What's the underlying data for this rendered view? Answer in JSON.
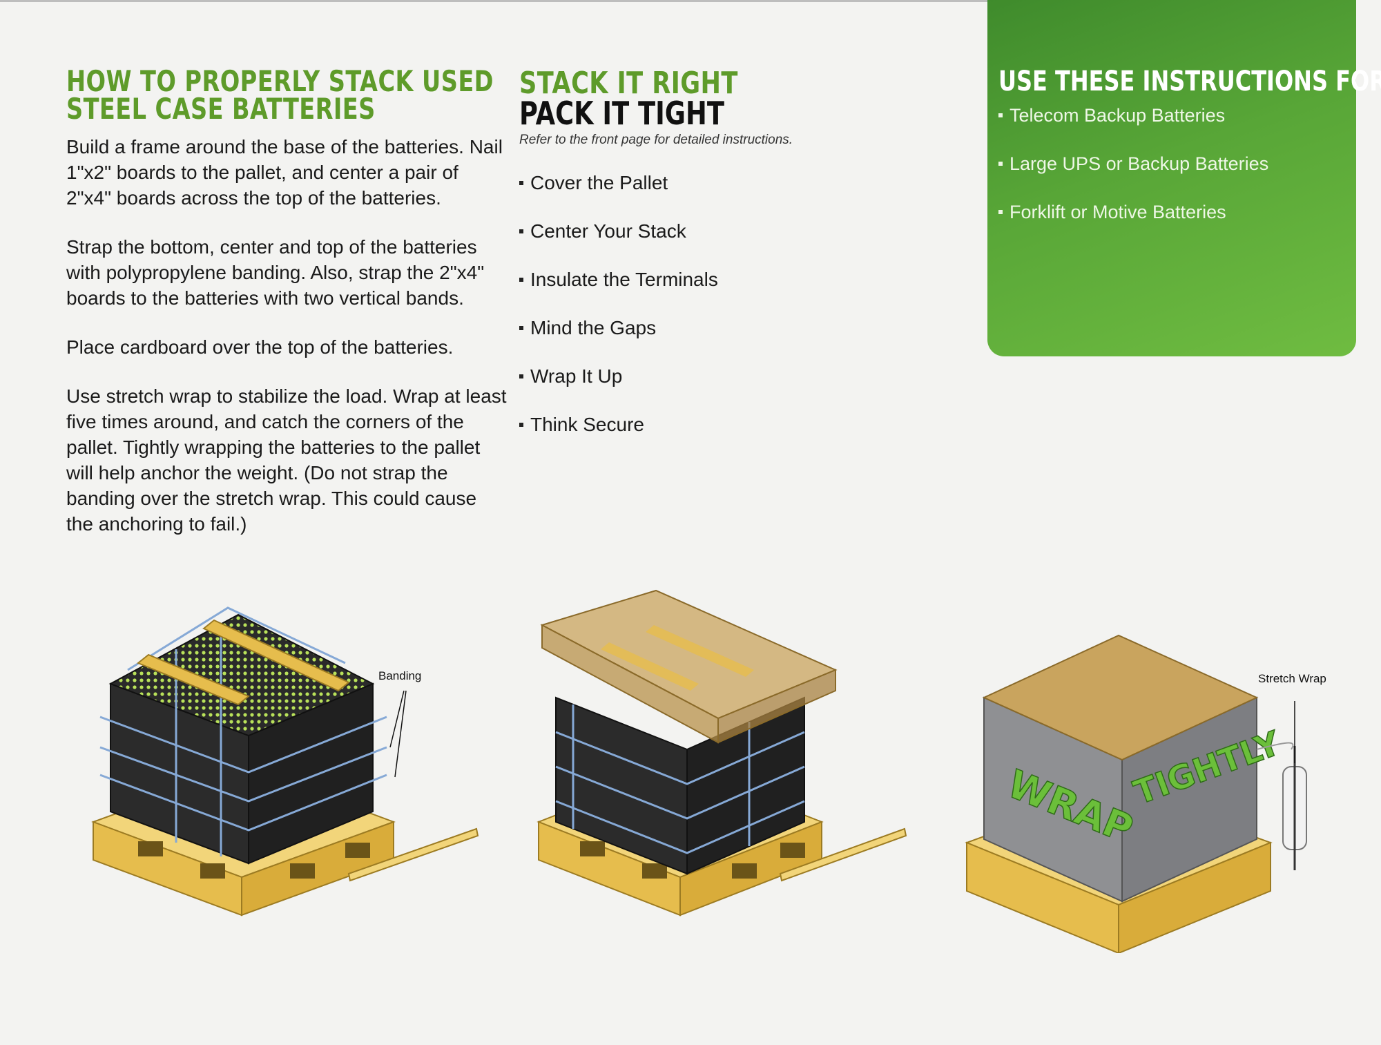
{
  "left": {
    "heading": "HOW TO PROPERLY STACK USED STEEL CASE BATTERIES",
    "paragraphs": [
      "Build a frame around the base of the batteries. Nail 1\"x2\" boards to the pallet, and center a pair of 2\"x4\" boards across the top of the batteries.",
      "Strap the bottom, center and top of the batteries with polypropylene banding. Also, strap the 2\"x4\" boards to the batteries with two vertical bands.",
      "Place cardboard over the top of the batteries.",
      "Use stretch wrap to stabilize the load. Wrap at least five times around, and catch the corners of the pallet. Tightly wrapping the batteries to the pallet will help anchor the weight. (Do not strap the banding over the stretch wrap. This could cause the anchoring to fail.)"
    ]
  },
  "middle": {
    "heading_green": "STACK IT RIGHT",
    "heading_black": "PACK IT TIGHT",
    "refer": "Refer to the front page for detailed instructions.",
    "tips": [
      "Cover the Pallet",
      "Center Your Stack",
      "Insulate the Terminals",
      "Mind the Gaps",
      "Wrap It Up",
      "Think Secure"
    ]
  },
  "panel": {
    "title": "USE THESE INSTRUCTIONS FOR",
    "items": [
      "Telecom Backup Batteries",
      "Large UPS or Backup Batteries",
      "Forklift or Motive Batteries"
    ]
  },
  "illustrations": {
    "banding_label": "Banding",
    "stretch_label": "Stretch Wrap",
    "wrap_word": "WRAP",
    "tightly_word": "TIGHTLY"
  },
  "colors": {
    "brand_green": "#5e9b2a",
    "panel_green": "#58a637",
    "wood": "#f0cf6a",
    "battery": "#2a2a2a",
    "terminal": "#b9e25a",
    "banding": "#86a9d6",
    "cardboard": "#c9a45e"
  }
}
